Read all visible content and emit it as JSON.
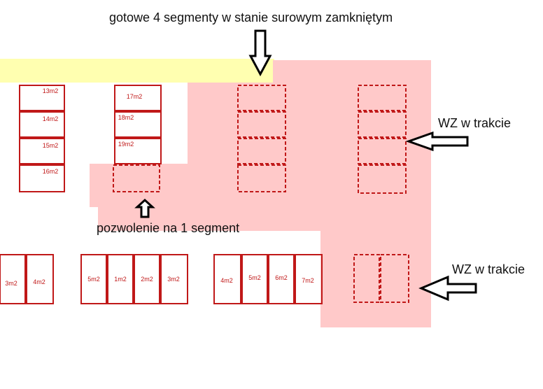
{
  "labels": {
    "top_caption": "gotowe 4 segmenty w stanie surowym zamkniętym",
    "permit_caption": "pozwolenie na 1 segment",
    "wz_upper": "WZ w trakcie",
    "wz_lower": "WZ w trakcie"
  },
  "units": {
    "column_a": [
      "13m2",
      "14m2",
      "15m2",
      "16m2"
    ],
    "column_b": [
      "17m2",
      "18m2",
      "19m2"
    ],
    "row_1": [
      "3m2",
      "4m2"
    ],
    "row_2": [
      "5m2",
      "1m2",
      "2m2",
      "3m2"
    ],
    "row_3": [
      "4m2",
      "5m2",
      "6m2",
      "7m2"
    ]
  },
  "colors": {
    "highlight_zone": "#ffc9c9",
    "yellow_band": "#ffffb0",
    "building_outline": "#c01818",
    "arrow": "#000000"
  }
}
